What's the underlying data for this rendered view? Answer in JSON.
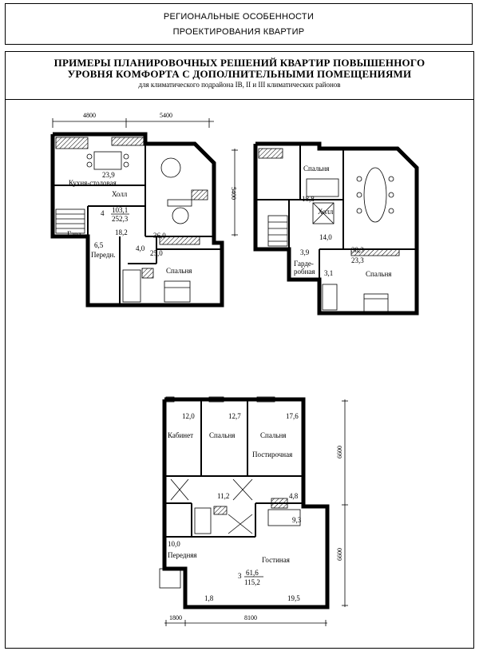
{
  "header": {
    "line1": "РЕГИОНАЛЬНЫЕ ОСОБЕННОСТИ",
    "line2": "ПРОЕКТИРОВАНИЯ  КВАРТИР"
  },
  "title": {
    "line1": "ПРИМЕРЫ ПЛАНИРОВОЧНЫХ РЕШЕНИЙ КВАРТИР ПОВЫШЕННОГО",
    "line2": "УРОВНЯ КОМФОРТА С ДОПОЛНИТЕЛЬНЫМИ ПОМЕЩЕНИЯМИ",
    "line3": "для климатического подрайона IВ, II и III климатических районов"
  },
  "plan1": {
    "dim_top_a": "4800",
    "dim_top_b": "5400",
    "dim_side": "5400",
    "kitchen": "Кухня-столовая",
    "kitchen_area": "23,9",
    "hall": "Холл",
    "apt_num": "4",
    "area_a": "103,1",
    "area_b": "252,3",
    "hall_area": "18,2",
    "gard": "Гард.",
    "gard_area": "6,5",
    "pered": "Передн.",
    "small_area": "4,0",
    "living_area": "36,0",
    "bed_area": "25,0",
    "bedroom": "Спальня"
  },
  "plan2": {
    "bedroom_top": "Спальня",
    "bed_top_area": "18,8",
    "hall": "Холл",
    "hall_area": "14,0",
    "area_383": "38,3",
    "area_233": "23,3",
    "gard_area": "3,9",
    "gard1": "Гарде-",
    "gard2": "робная",
    "small_area": "3,1",
    "bedroom_bottom": "Спальня"
  },
  "plan3": {
    "a12": "12,0",
    "a127": "12,7",
    "a176": "17,6",
    "cabinet": "Кабинет",
    "bed1": "Спальня",
    "bed2": "Спальня",
    "laundry": "Постирочная",
    "a112": "11,2",
    "a48": "4,8",
    "a93": "9,3",
    "a10": "10,0",
    "pered": "Передняя",
    "living": "Гостиная",
    "apt_num": "3",
    "area_a": "61,6",
    "area_b": "115,2",
    "a18": "1,8",
    "a195": "19,5",
    "dim_side_a": "6600",
    "dim_side_b": "6600",
    "dim_bot_a": "1800",
    "dim_bot_b": "8100"
  }
}
